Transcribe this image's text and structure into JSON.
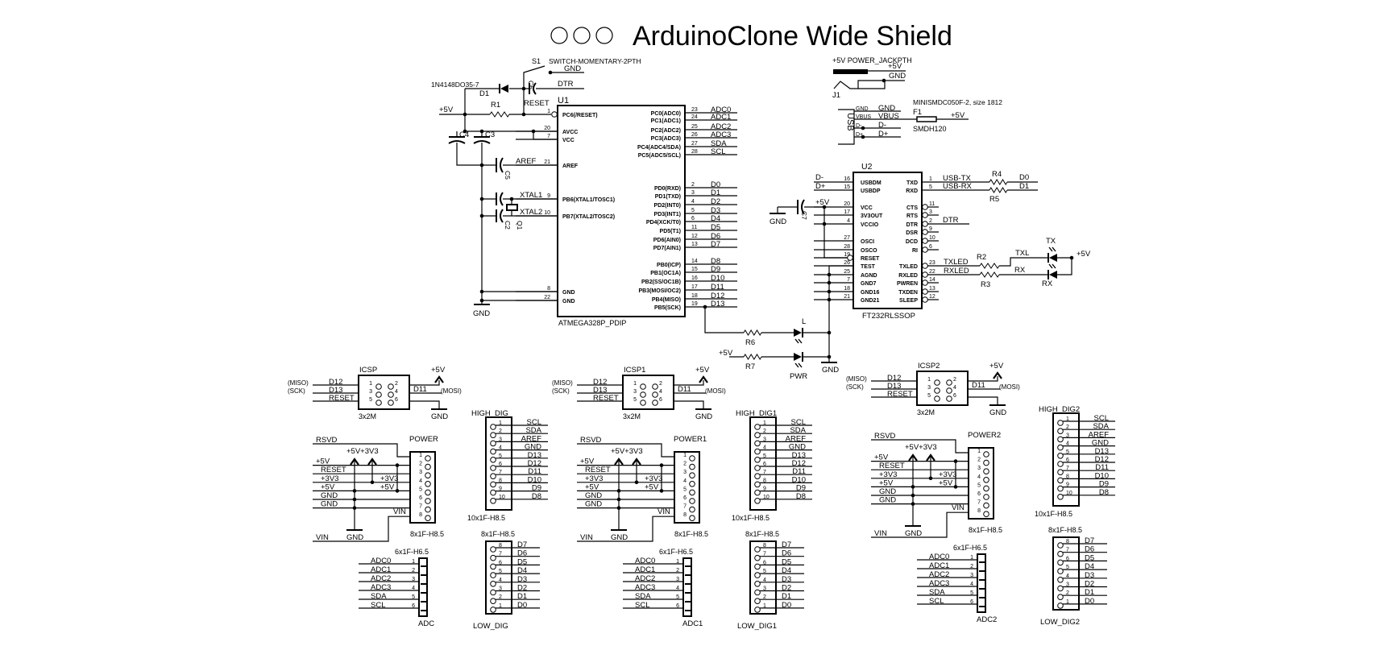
{
  "title": "ArduinoClone Wide Shield",
  "colors": {
    "ink": "#000000",
    "background": "#ffffff"
  },
  "reset_circuit": {
    "s1": "S1",
    "s1_part": "SWITCH-MOMENTARY-2PTH",
    "gnd": "GND",
    "d1": "D1",
    "d1_part": "1N4148DO35-7",
    "c6": "C6",
    "dtr": "DTR",
    "reset": "RESET",
    "r1": "R1",
    "vcc": "+5V",
    "c4": "C4",
    "c3": "C3",
    "c5": "C5",
    "aref": "AREF",
    "xtal1": "XTAL1",
    "xtal2": "XTAL2",
    "c2": "C2",
    "q1": "Q1",
    "gnd_bottom": "GND"
  },
  "u1": {
    "ref": "U1",
    "part": "ATMEGA328P_PDIP",
    "left": [
      {
        "num": "1",
        "name": "PC6(/RESET)"
      },
      {
        "num": "20",
        "name": "AVCC"
      },
      {
        "num": "7",
        "name": "VCC"
      },
      {
        "num": "21",
        "name": "AREF"
      },
      {
        "num": "9",
        "name": "PB6(XTAL1/TOSC1)"
      },
      {
        "num": "10",
        "name": "PB7(XTAL2/TOSC2)"
      },
      {
        "num": "8",
        "name": "GND"
      },
      {
        "num": "22",
        "name": "GND"
      }
    ],
    "right": [
      {
        "num": "23",
        "name": "PC0(ADC0)",
        "net": "ADC0"
      },
      {
        "num": "24",
        "name": "PC1(ADC1)",
        "net": "ADC1"
      },
      {
        "num": "25",
        "name": "PC2(ADC2)",
        "net": "ADC2"
      },
      {
        "num": "26",
        "name": "PC3(ADC3)",
        "net": "ADC3"
      },
      {
        "num": "27",
        "name": "PC4(ADC4/SDA)",
        "net": "SDA"
      },
      {
        "num": "28",
        "name": "PC5(ADC5/SCL)",
        "net": "SCL"
      },
      {
        "num": "2",
        "name": "PD0(RXD)",
        "net": "D0"
      },
      {
        "num": "3",
        "name": "PD1(TXD)",
        "net": "D1"
      },
      {
        "num": "4",
        "name": "PD2(INT0)",
        "net": "D2"
      },
      {
        "num": "5",
        "name": "PD3(INT1)",
        "net": "D3"
      },
      {
        "num": "6",
        "name": "PD4(XCK/T0)",
        "net": "D4"
      },
      {
        "num": "11",
        "name": "PD5(T1)",
        "net": "D5"
      },
      {
        "num": "12",
        "name": "PD6(AIN0)",
        "net": "D6"
      },
      {
        "num": "13",
        "name": "PD7(AIN1)",
        "net": "D7"
      },
      {
        "num": "14",
        "name": "PB0(ICP)",
        "net": "D8"
      },
      {
        "num": "15",
        "name": "PB1(OC1A)",
        "net": "D9"
      },
      {
        "num": "16",
        "name": "PB2(SS/OC1B)",
        "net": "D10"
      },
      {
        "num": "17",
        "name": "PB3(MOSI/OC2)",
        "net": "D11"
      },
      {
        "num": "18",
        "name": "PB4(MISO)",
        "net": "D12"
      },
      {
        "num": "19",
        "name": "PB5(SCK)",
        "net": "D13"
      }
    ]
  },
  "leds_main": {
    "l": "L",
    "r6": "R6",
    "r7": "R7",
    "pwr": "PWR",
    "vcc": "+5V",
    "gnd": "GND"
  },
  "power_jack": {
    "title": "+5V POWER_JACKPTH",
    "vcc": "+5V",
    "gnd": "GND",
    "ref": "J1"
  },
  "usb": {
    "label": "USB",
    "pins": [
      "GND",
      "VBUS",
      "D-",
      "D+"
    ],
    "nets": [
      "GND",
      "VBUS",
      "D-",
      "D+"
    ],
    "fuse_note": "MINISMDC050F-2, size 1812",
    "fuse_ref": "F1",
    "fuse_part": "SMDH120",
    "fuse_out": "+5V"
  },
  "u2": {
    "ref": "U2",
    "part": "FT232RLSSOP",
    "vcc": "+5V",
    "gnd": "GND",
    "c7": "C7",
    "left": [
      {
        "num": "16",
        "name": "USBDM",
        "net": "D-"
      },
      {
        "num": "15",
        "name": "USBDP",
        "net": "D+"
      },
      {
        "num": "20",
        "name": "VCC"
      },
      {
        "num": "17",
        "name": "3V3OUT"
      },
      {
        "num": "4",
        "name": "VCCIO"
      },
      {
        "num": "27",
        "name": "OSCI"
      },
      {
        "num": "28",
        "name": "OSCO"
      },
      {
        "num": "19",
        "name": "RESET"
      },
      {
        "num": "26",
        "name": "TEST"
      },
      {
        "num": "25",
        "name": "AGND"
      },
      {
        "num": "7",
        "name": "GND7"
      },
      {
        "num": "18",
        "name": "GND16"
      },
      {
        "num": "21",
        "name": "GND21"
      }
    ],
    "right": [
      {
        "num": "1",
        "name": "TXD",
        "net": "USB-TX"
      },
      {
        "num": "5",
        "name": "RXD",
        "net": "USB-RX"
      },
      {
        "num": "11",
        "name": "CTS"
      },
      {
        "num": "3",
        "name": "RTS"
      },
      {
        "num": "2",
        "name": "DTR",
        "net": "DTR"
      },
      {
        "num": "9",
        "name": "DSR"
      },
      {
        "num": "10",
        "name": "DCD"
      },
      {
        "num": "6",
        "name": "RI"
      },
      {
        "num": "23",
        "name": "TXLED",
        "net": "TXLED"
      },
      {
        "num": "22",
        "name": "RXLED",
        "net": "RXLED"
      },
      {
        "num": "14",
        "name": "PWREN"
      },
      {
        "num": "13",
        "name": "TXDEN"
      },
      {
        "num": "12",
        "name": "SLEEP"
      }
    ],
    "r4": "R4",
    "r5": "R5",
    "d0": "D0",
    "d1": "D1",
    "r2": "R2",
    "r3": "R3",
    "txl": "TXL",
    "rx_net": "RX",
    "tx_led": "TX",
    "rx_led": "RX",
    "led_vcc": "+5V"
  },
  "sections": [
    {
      "icsp": "ICSP",
      "power": "POWER",
      "high": "HIGH_DIG",
      "low": "LOW_DIG",
      "adc": "ADC"
    },
    {
      "icsp": "ICSP1",
      "power": "POWER1",
      "high": "HIGH_DIG1",
      "low": "LOW_DIG1",
      "adc": "ADC1"
    },
    {
      "icsp": "ICSP2",
      "power": "POWER2",
      "high": "HIGH_DIG2",
      "low": "LOW_DIG2",
      "adc": "ADC2"
    }
  ],
  "section_common": {
    "icsp": {
      "part": "3x2M",
      "vcc": "+5V",
      "gnd": "GND",
      "left_notes": [
        "(MISO)",
        "(SCK)",
        ""
      ],
      "left_nets": [
        "D12",
        "D13",
        "RESET"
      ],
      "left_nums": [
        "1",
        "3",
        "5"
      ],
      "right_nums": [
        "2",
        "4",
        "6"
      ],
      "right_net": "D11",
      "right_note": "(MOSI)"
    },
    "power": {
      "part": "8x1F-H8.5",
      "rsvd": "RSVD",
      "vcc_arrows": "+5V+3V3",
      "left_nets": [
        "+5V",
        "RESET",
        "+3V3",
        "+5V",
        "GND",
        "GND"
      ],
      "inner_3v3": "+3V3",
      "inner_5v": "+5V",
      "vin_inner": "VIN",
      "vin": "VIN",
      "gnd": "GND",
      "nums": [
        "1",
        "2",
        "3",
        "4",
        "5",
        "6",
        "7",
        "8"
      ]
    },
    "high": {
      "part": "10x1F-H8.5",
      "nums": [
        "1",
        "2",
        "3",
        "4",
        "5",
        "6",
        "7",
        "8",
        "9",
        "10"
      ],
      "nets": [
        "SCL",
        "SDA",
        "AREF",
        "GND",
        "D13",
        "D12",
        "D11",
        "D10",
        "D9",
        "D8"
      ]
    },
    "low": {
      "part": "8x1F-H8.5",
      "nums": [
        "8",
        "7",
        "6",
        "5",
        "4",
        "3",
        "2",
        "1"
      ],
      "nets": [
        "D7",
        "D6",
        "D5",
        "D4",
        "D3",
        "D2",
        "D1",
        "D0"
      ]
    },
    "adc": {
      "part": "6x1F-H6.5",
      "nums": [
        "1",
        "2",
        "3",
        "4",
        "5",
        "6"
      ],
      "nets": [
        "ADC0",
        "ADC1",
        "ADC2",
        "ADC3",
        "SDA",
        "SCL"
      ]
    }
  }
}
